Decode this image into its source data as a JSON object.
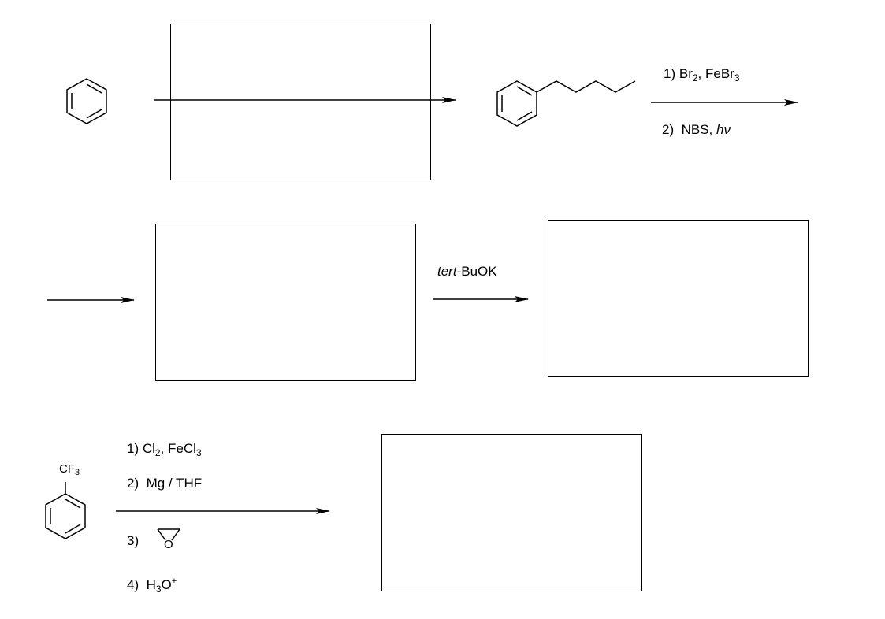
{
  "reaction1": {
    "step1": {
      "num": "1)",
      "reagent": "Br",
      "sub1": "2",
      "mid": ", FeBr",
      "sub2": "3"
    },
    "step2": {
      "num": "2)",
      "reagent": "NBS, ",
      "italic": "hν"
    }
  },
  "reaction2": {
    "reagent_italic": "tert",
    "reagent_rest": "-BuOK"
  },
  "reaction3": {
    "start_group": {
      "main": "CF",
      "sub": "3"
    },
    "step1": {
      "num": "1)",
      "a": "Cl",
      "a_sub": "2",
      "b": ",  FeCl",
      "b_sub": "3"
    },
    "step2": {
      "num": "2)",
      "text": "Mg / THF"
    },
    "step3": {
      "num": "3)",
      "epoxide_atom": "O"
    },
    "step4": {
      "num": "4)",
      "a": "H",
      "a_sub": "3",
      "b": "O",
      "b_sup": "+"
    }
  },
  "answer_boxes": [
    "box-1",
    "box-2",
    "box-3",
    "box-4"
  ],
  "colors": {
    "ink": "#000000",
    "background": "#ffffff"
  }
}
